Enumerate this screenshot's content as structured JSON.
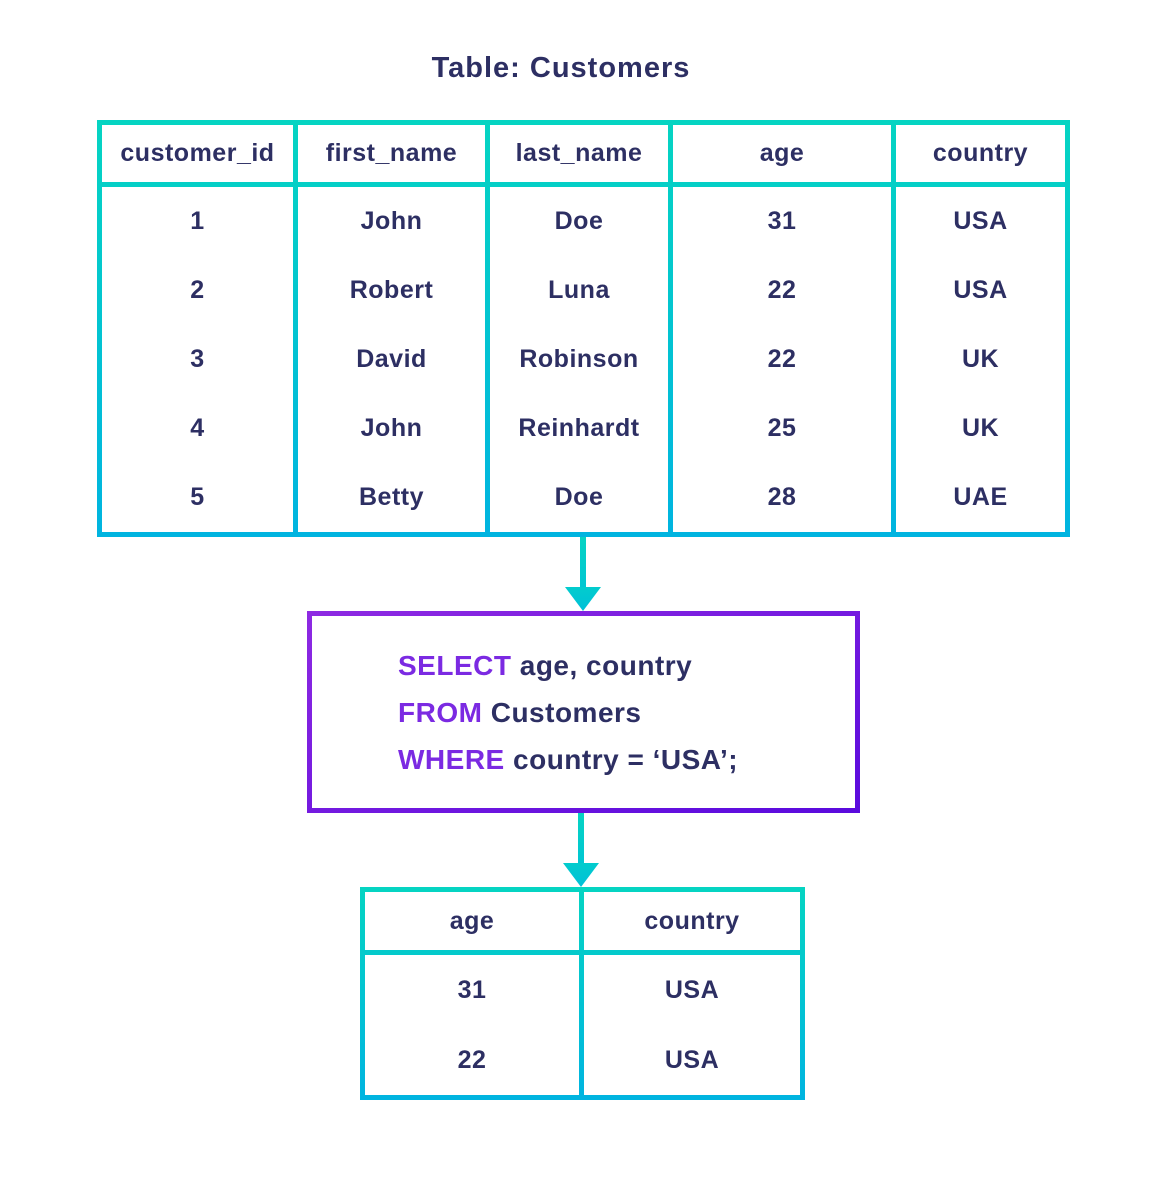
{
  "title": "Table: Customers",
  "colors": {
    "background": "#ffffff",
    "teal_gradient_start": "#05d4c2",
    "teal_gradient_end": "#00b4e0",
    "purple_gradient_start": "#8e2ae2",
    "purple_gradient_end": "#5a0add",
    "sql_keyword_purple": "#7b2ae2",
    "text_navy": "#2d2f63"
  },
  "icons": {
    "down_arrow": "▼"
  },
  "customers_table": {
    "columns": [
      "customer_id",
      "first_name",
      "last_name",
      "age",
      "country"
    ],
    "rows": [
      [
        "1",
        "John",
        "Doe",
        "31",
        "USA"
      ],
      [
        "2",
        "Robert",
        "Luna",
        "22",
        "USA"
      ],
      [
        "3",
        "David",
        "Robinson",
        "22",
        "UK"
      ],
      [
        "4",
        "John",
        "Reinhardt",
        "25",
        "UK"
      ],
      [
        "5",
        "Betty",
        "Doe",
        "28",
        "UAE"
      ]
    ]
  },
  "query": {
    "lines": [
      {
        "keyword": "SELECT",
        "rest": " age, country"
      },
      {
        "keyword": "FROM",
        "rest": " Customers"
      },
      {
        "keyword": "WHERE",
        "rest": " country = ‘USA’;"
      }
    ]
  },
  "result_table": {
    "columns": [
      "age",
      "country"
    ],
    "rows": [
      [
        "31",
        "USA"
      ],
      [
        "22",
        "USA"
      ]
    ]
  }
}
